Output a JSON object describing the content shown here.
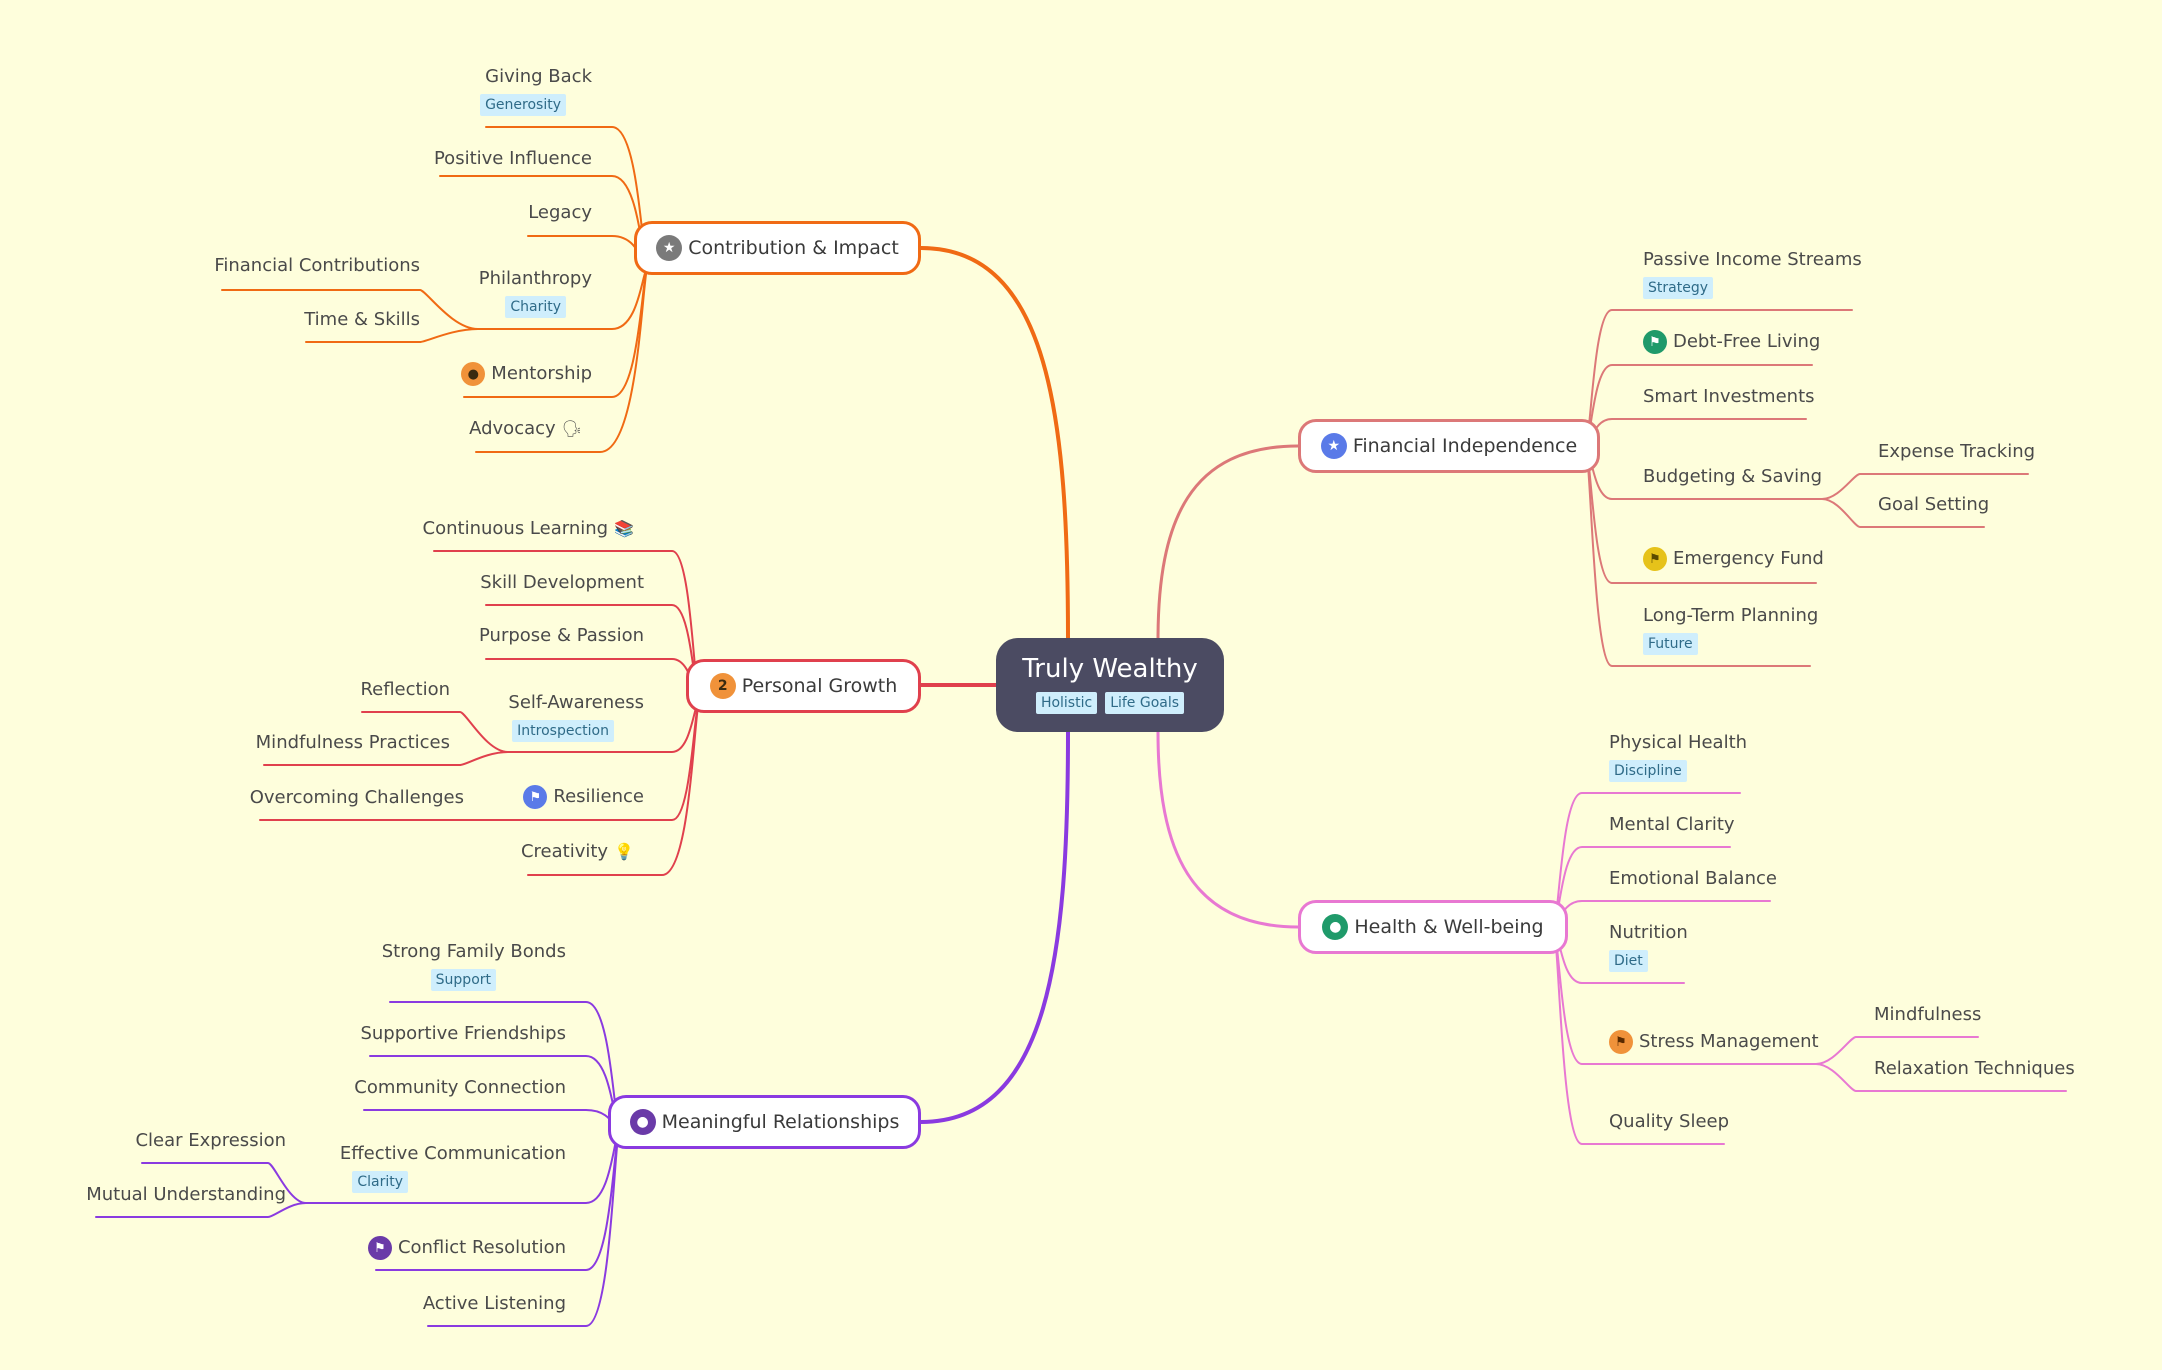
{
  "root": {
    "title": "Truly Wealthy",
    "tags": [
      "Holistic",
      "Life Goals"
    ]
  },
  "colors": {
    "contribution": "#f06a14",
    "growth": "#e0404d",
    "relationships": "#8a3ae0",
    "financial": "#dc7878",
    "health": "#e878d2"
  },
  "branches": {
    "contribution": {
      "label": "Contribution & Impact",
      "icon": "star-icon",
      "children": {
        "giving_back": {
          "label": "Giving Back",
          "tag": "Generosity"
        },
        "positive_influence": {
          "label": "Positive Influence"
        },
        "legacy": {
          "label": "Legacy"
        },
        "philanthropy": {
          "label": "Philanthropy",
          "tag": "Charity",
          "children": {
            "financial_contributions": "Financial Contributions",
            "time_skills": "Time & Skills"
          }
        },
        "mentorship": {
          "label": "Mentorship",
          "icon": "person-icon"
        },
        "advocacy": {
          "label": "Advocacy",
          "emoji": "🗣"
        }
      }
    },
    "growth": {
      "label": "Personal Growth",
      "priority": "2",
      "children": {
        "continuous_learning": {
          "label": "Continuous Learning",
          "emoji": "📚"
        },
        "skill_development": {
          "label": "Skill Development"
        },
        "purpose_passion": {
          "label": "Purpose & Passion"
        },
        "self_awareness": {
          "label": "Self-Awareness",
          "tag": "Introspection",
          "children": {
            "reflection": "Reflection",
            "mindfulness_practices": "Mindfulness Practices"
          }
        },
        "resilience": {
          "label": "Resilience",
          "icon": "flag-icon",
          "children": {
            "overcoming_challenges": "Overcoming Challenges"
          }
        },
        "creativity": {
          "label": "Creativity",
          "emoji": "💡"
        }
      }
    },
    "relationships": {
      "label": "Meaningful Relationships",
      "icon": "person-icon",
      "children": {
        "family_bonds": {
          "label": "Strong Family Bonds",
          "tag": "Support"
        },
        "friendships": {
          "label": "Supportive Friendships"
        },
        "community": {
          "label": "Community Connection"
        },
        "communication": {
          "label": "Effective Communication",
          "tag": "Clarity",
          "children": {
            "clear_expression": "Clear Expression",
            "mutual_understanding": "Mutual Understanding"
          }
        },
        "conflict_resolution": {
          "label": "Conflict Resolution",
          "icon": "flag-icon"
        },
        "active_listening": {
          "label": "Active Listening"
        }
      }
    },
    "financial": {
      "label": "Financial Independence",
      "icon": "star-icon",
      "children": {
        "passive_income": {
          "label": "Passive Income Streams",
          "tag": "Strategy"
        },
        "debt_free": {
          "label": "Debt-Free Living",
          "icon": "flag-icon"
        },
        "smart_investments": {
          "label": "Smart Investments"
        },
        "budgeting": {
          "label": "Budgeting & Saving",
          "children": {
            "expense_tracking": "Expense Tracking",
            "goal_setting": "Goal Setting"
          }
        },
        "emergency_fund": {
          "label": "Emergency Fund",
          "icon": "flag-icon"
        },
        "long_term": {
          "label": "Long-Term Planning",
          "tag": "Future"
        }
      }
    },
    "health": {
      "label": "Health & Well-being",
      "icon": "person-icon",
      "children": {
        "physical": {
          "label": "Physical Health",
          "tag": "Discipline"
        },
        "mental": {
          "label": "Mental Clarity"
        },
        "emotional": {
          "label": "Emotional Balance"
        },
        "nutrition": {
          "label": "Nutrition",
          "tag": "Diet"
        },
        "stress": {
          "label": "Stress Management",
          "icon": "flag-icon",
          "children": {
            "mindfulness": "Mindfulness",
            "relaxation": "Relaxation Techniques"
          }
        },
        "sleep": {
          "label": "Quality Sleep"
        }
      }
    }
  }
}
